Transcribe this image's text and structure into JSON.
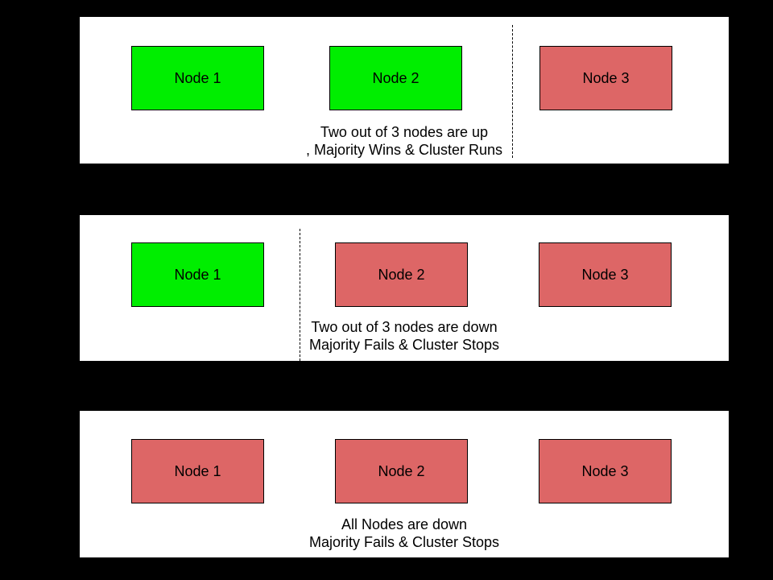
{
  "colors": {
    "up": "#00ee00",
    "down": "#dd6666",
    "panel_background": "#ffffff",
    "page_background": "#000000",
    "text": "#000000"
  },
  "panels": [
    {
      "id": "scenario-two-up",
      "nodes": [
        {
          "label": "Node 1",
          "status": "up"
        },
        {
          "label": "Node 2",
          "status": "up"
        },
        {
          "label": "Node 3",
          "status": "down"
        }
      ],
      "caption_line1": "Two out of 3 nodes are up",
      "caption_line2": ", Majority Wins & Cluster Runs",
      "divider_after_node": 2
    },
    {
      "id": "scenario-two-down",
      "nodes": [
        {
          "label": "Node 1",
          "status": "up"
        },
        {
          "label": "Node 2",
          "status": "down"
        },
        {
          "label": "Node 3",
          "status": "down"
        }
      ],
      "caption_line1": "Two out of 3 nodes are down",
      "caption_line2": "Majority Fails & Cluster Stops",
      "divider_after_node": 1
    },
    {
      "id": "scenario-all-down",
      "nodes": [
        {
          "label": "Node 1",
          "status": "down"
        },
        {
          "label": "Node 2",
          "status": "down"
        },
        {
          "label": "Node 3",
          "status": "down"
        }
      ],
      "caption_line1": "All Nodes are down",
      "caption_line2": "Majority Fails & Cluster Stops",
      "divider_after_node": null
    }
  ]
}
